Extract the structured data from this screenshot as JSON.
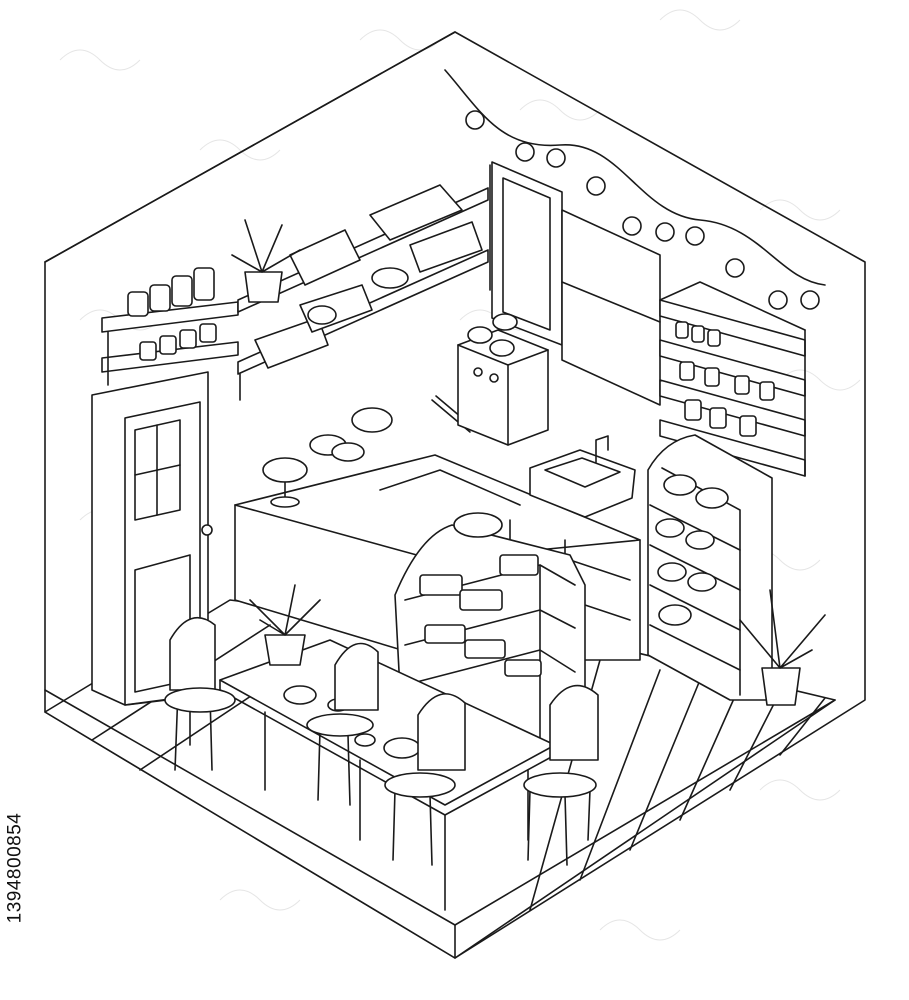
{
  "image_id_text": "1394800854",
  "style": {
    "line_color": "#1a1a1a",
    "background": "#ffffff"
  },
  "scene": {
    "room": {
      "floor": "wooden-planks",
      "walls": 2
    },
    "furniture": [
      "door",
      "wall-shelves",
      "counter",
      "coffee-machine",
      "sink",
      "bread-rack",
      "display-stand",
      "dining-table",
      "chairs",
      "potted-plants",
      "string-lights"
    ]
  }
}
